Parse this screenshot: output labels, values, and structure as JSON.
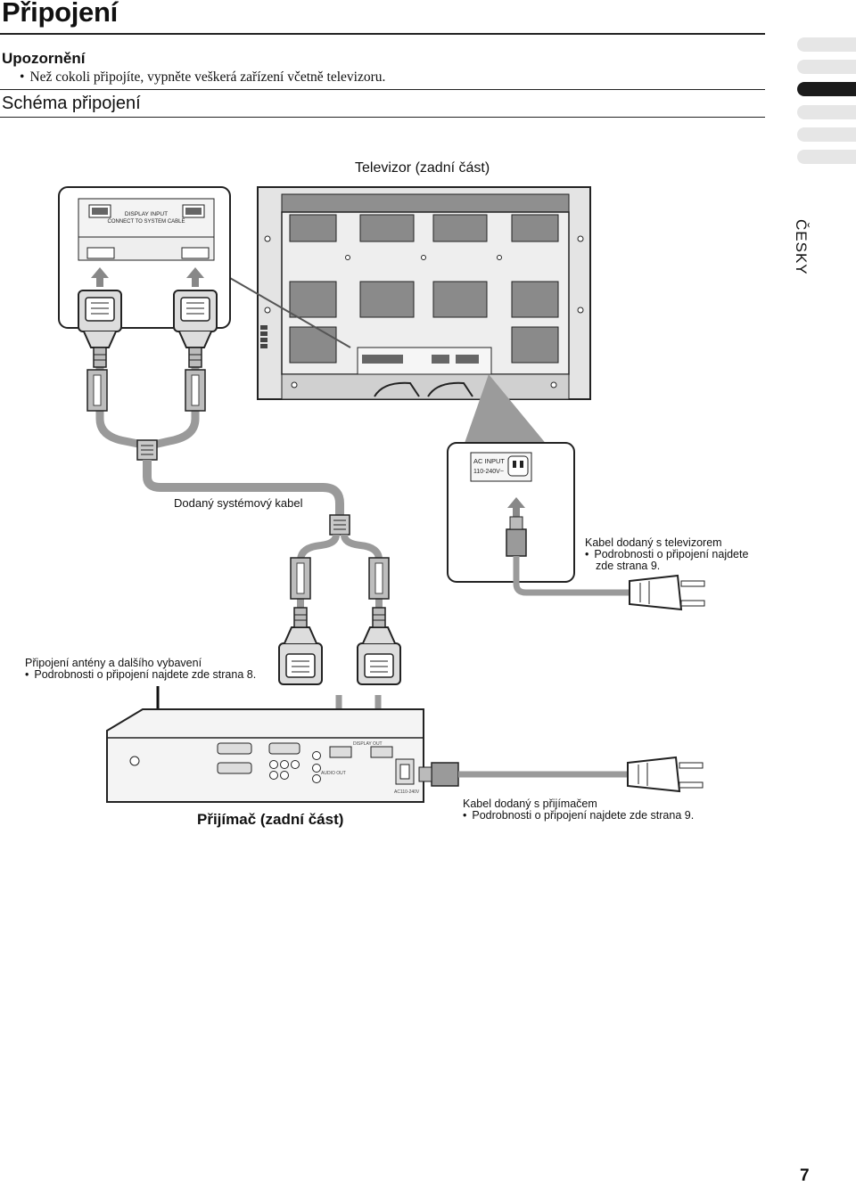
{
  "page": {
    "title": "Připojení",
    "number": "7",
    "language_tab": "ČESKY"
  },
  "warning": {
    "heading": "Upozornění",
    "item": "Než cokoli připojíte, vypněte veškerá zařízení včetně televizoru."
  },
  "diagram": {
    "heading": "Schéma připojení",
    "tv_label": "Televizor (zadní část)",
    "display_input_label": "DISPLAY INPUT",
    "connect_label": "CONNECT TO SYSTEM CABLE",
    "ac_input_label": "AC INPUT",
    "ac_voltage_label": "110-240V~",
    "system_cable_label": "Dodaný systémový kabel",
    "tv_cable": {
      "title": "Kabel dodaný s televizorem",
      "bullet_1": "Podrobnosti o připojení najdete",
      "bullet_2": "zde strana 9."
    },
    "antenna": {
      "title": "Připojení antény a dalšího vybavení",
      "bullet": "Podrobnosti o připojení najdete zde strana 8."
    },
    "receiver_label": "Přijímač (zadní část)",
    "receiver_cable": {
      "title": "Kabel dodaný s přijímačem",
      "bullet": "Podrobnosti o připojení najdete zde strana 9."
    },
    "receiver_ports": {
      "display_out": "DISPLAY OUT",
      "audio_out": "AUDIO OUT",
      "ac_in": "AC110-240V"
    }
  },
  "colors": {
    "tab_inactive": "#e6e6e6",
    "tab_active": "#1b1b1b",
    "cable_gray": "#9a9a9a",
    "panel_gray": "#d9d9d9"
  }
}
